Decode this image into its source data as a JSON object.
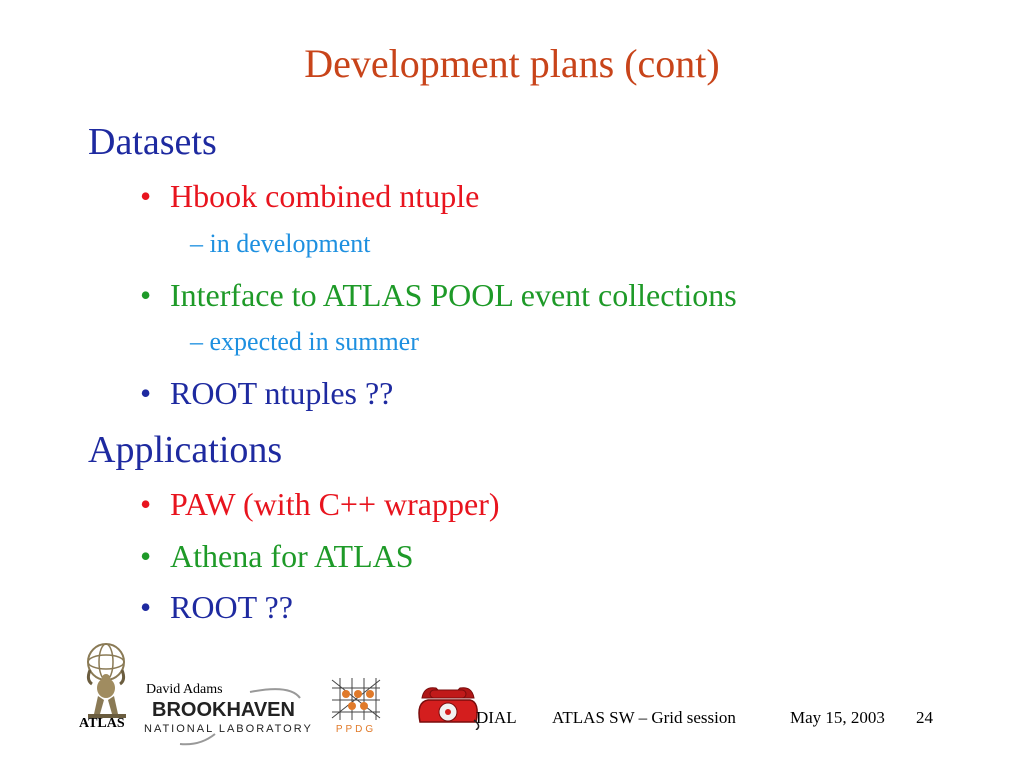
{
  "slide": {
    "title": "Development plans (cont)",
    "sections": [
      {
        "heading": "Datasets",
        "items": [
          {
            "text": "Hbook combined ntuple",
            "color": "#e8141e",
            "sub": "– in development"
          },
          {
            "text": "Interface to ATLAS POOL event collections",
            "color": "#1e9a28",
            "sub": "– expected in summer"
          },
          {
            "text": "ROOT ntuples ??",
            "color": "#1e2aa0",
            "sub": null
          }
        ]
      },
      {
        "heading": "Applications",
        "items": [
          {
            "text": "PAW (with C++ wrapper)",
            "color": "#e8141e"
          },
          {
            "text": "Athena for ATLAS",
            "color": "#1e9a28"
          },
          {
            "text": "ROOT ??",
            "color": "#1e2aa0"
          }
        ]
      }
    ],
    "bullet_glyph": "•"
  },
  "footer": {
    "author": "David Adams",
    "atlas_label": "ATLAS",
    "lab_name": "BROOKHAVEN",
    "lab_subtitle": "NATIONAL LABORATORY",
    "ppdg_label": "PPDG",
    "project": "DIAL",
    "session": "ATLAS SW – Grid session",
    "date": "May 15, 2003",
    "page_number": "24"
  },
  "icons": {
    "atlas_logo": "atlas-figure-icon",
    "bnl_logo": "brookhaven-logo",
    "ppdg_logo": "ppdg-logo",
    "dial_logo": "red-telephone-icon"
  }
}
